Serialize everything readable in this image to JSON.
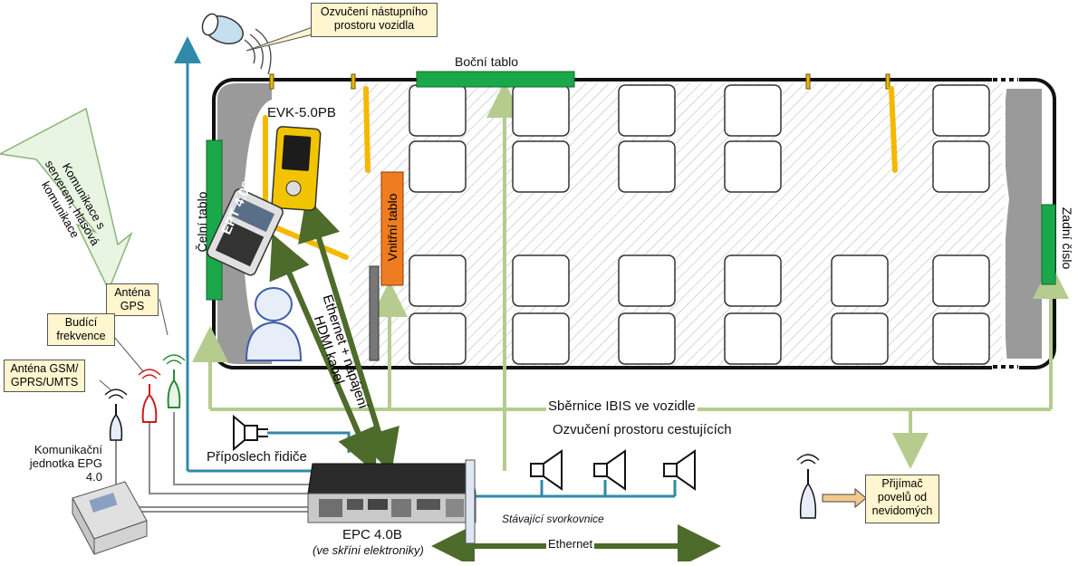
{
  "labels": {
    "announce": "Ozvučení nástupního prostoru vozidla",
    "side_display": "Boční tablo",
    "front_display": "Čelní tablo",
    "inner_display": "Vnitřní tablo",
    "rear_number": "Zadní číslo",
    "evk": "EVK-5.0PB",
    "ept": "EPT 4.08B",
    "comm": "Komunikace s serverem, hlasová komunikace",
    "gps": "Anténa GPS",
    "freq": "Budící frekvence",
    "gsm": "Anténa GSM/ GPRS/UMTS",
    "epg": "Komunikační jednotka EPG 4.0",
    "ethernet_power": "Ethernet + napájení",
    "hdmi": "HDMI kabel",
    "ibis": "Sběrnice IBIS ve vozidle",
    "passenger_audio": "Ozvučení prostoru cestujících",
    "driver_audio": "Příposlech řidiče",
    "terminal": "Stávající svorkovnice",
    "epc": "EPC 4.0B",
    "epc_sub": "(ve skříni elektroniky)",
    "ethernet": "Ethernet",
    "receiver": "Přijímač povelů od nevidomých"
  },
  "colors": {
    "bus_bar": "#b5cc8e",
    "green_display": "#1aa84a",
    "orange_display": "#f07c22",
    "yellow": "#f5b800",
    "teal": "#2e8aa8",
    "dark_green": "#4d6b2a",
    "callout_bg": "#fff6cf"
  }
}
